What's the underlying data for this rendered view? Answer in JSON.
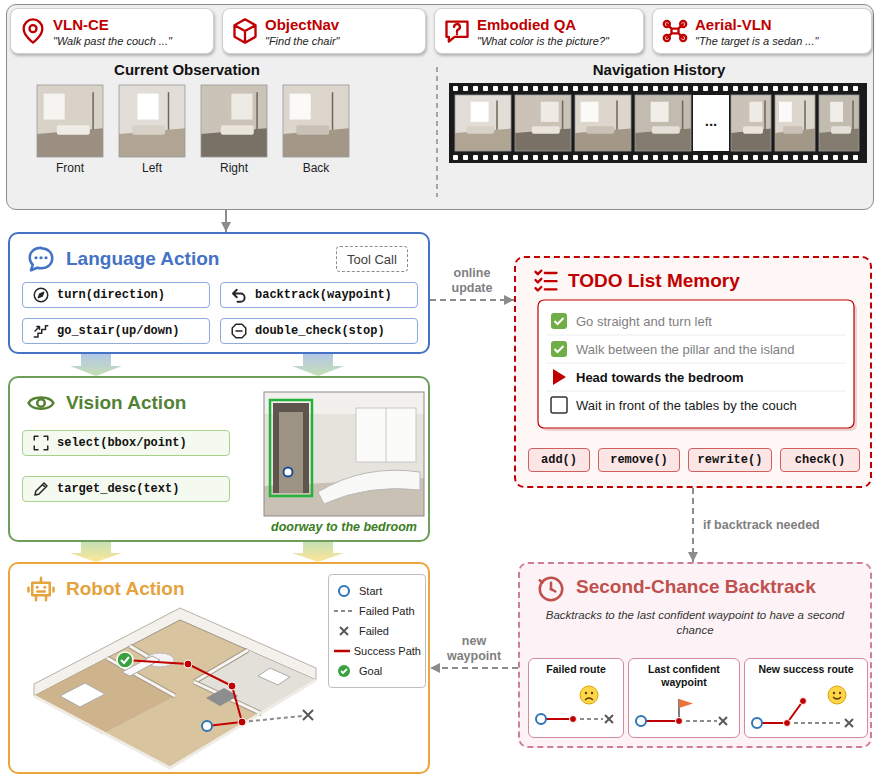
{
  "diagram": {
    "nodes": [
      {
        "text": [
          "Current Observation",
          "Navigation History"
        ]
      },
      {
        "text": [
          "VLN-CE",
          "\"Walk past the couch ...\""
        ],
        "in": 0
      },
      {
        "text": [
          "ObjectNav",
          "\"Find the chair\""
        ],
        "in": 0
      },
      {
        "text": [
          "Embodied QA",
          "\"What color is the picture?\""
        ],
        "in": 0
      },
      {
        "text": [
          "Aerial-VLN",
          "\"The target is a sedan ...\""
        ],
        "in": 0
      },
      {
        "text": [
          "Language Action"
        ]
      },
      {
        "text": [
          "Tool Call"
        ],
        "in": 5
      },
      {
        "text": [
          "turn(direction)"
        ],
        "in": 5
      },
      {
        "text": [
          "backtrack(waypoint)"
        ],
        "in": 5
      },
      {
        "text": [
          "go_stair(up/down)"
        ],
        "in": 5
      },
      {
        "text": [
          "double_check(stop)"
        ],
        "in": 5
      },
      {
        "text": [
          "Vision Action"
        ]
      },
      {
        "text": [
          "select(bbox/point)"
        ],
        "in": 11
      },
      {
        "text": [
          "target_desc(text)"
        ],
        "in": 11
      },
      {
        "text": [
          "Robot Action"
        ]
      },
      {
        "text": [
          "TODO List Memory"
        ]
      },
      {
        "text": [
          "Go straight and turn left"
        ],
        "in": 15
      },
      {
        "text": [
          "Walk between the pillar and the island"
        ],
        "in": 15
      },
      {
        "text": [
          "Head towards the bedroom"
        ],
        "in": 15
      },
      {
        "text": [
          "Wait in front of the tables by the couch"
        ],
        "in": 15
      },
      {
        "text": [
          "add()"
        ],
        "in": 15
      },
      {
        "text": [
          "remove()"
        ],
        "in": 15
      },
      {
        "text": [
          "rewrite()"
        ],
        "in": 15
      },
      {
        "text": [
          "check()"
        ],
        "in": 15
      },
      {
        "text": [
          "Second-Chance Backtrack",
          "Backtracks to the last confident waypoint to have a second chance"
        ]
      },
      {
        "text": [
          "Failed route"
        ],
        "in": 24
      },
      {
        "text": [
          "Last confident waypoint"
        ],
        "in": 24
      },
      {
        "text": [
          "New success route"
        ],
        "in": 24
      }
    ],
    "edges": [
      {
        "from": 0,
        "to": 5,
        "arrow": "to"
      },
      {
        "from": 5,
        "to": 15,
        "label": "online update",
        "arrow": "to"
      },
      {
        "from": 5,
        "to": 11,
        "arrow": "to"
      },
      {
        "from": 5,
        "to": 11,
        "arrow": "to"
      },
      {
        "from": 11,
        "to": 14,
        "arrow": "to"
      },
      {
        "from": 11,
        "to": 14,
        "arrow": "to"
      },
      {
        "from": 15,
        "to": 24,
        "label": "if backtrack needed",
        "arrow": "to"
      },
      {
        "from": 24,
        "to": 14,
        "label": "new waypoint",
        "arrow": "to"
      }
    ],
    "labels": [
      "Front",
      "Left",
      "Right",
      "Back",
      "...",
      "doorway to the bedroom"
    ],
    "legend": [
      {
        "text": "Start"
      },
      {
        "text": "Failed Path"
      },
      {
        "text": "Failed"
      },
      {
        "text": "Success Path"
      },
      {
        "text": "Goal"
      }
    ]
  }
}
